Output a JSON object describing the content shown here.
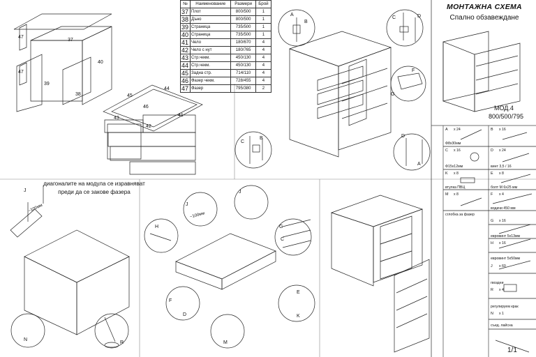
{
  "title": "МОНТАЖНА СХЕМА",
  "subtitle": "Спално обзавеждане",
  "model": "МОД.4",
  "dimensions": "800/500/795",
  "page": "1/1",
  "note": "диагоналите на модула се изравняват преди да се закове фазера",
  "table": {
    "headers": [
      "№",
      "Наименование",
      "Размери",
      "Брой"
    ],
    "rows": [
      {
        "no": "37",
        "name": "Плот",
        "size": "800/500",
        "qty": "1"
      },
      {
        "no": "38",
        "name": "Дъно",
        "size": "800/500",
        "qty": "1"
      },
      {
        "no": "39",
        "name": "Страница",
        "size": "735/500",
        "qty": "1"
      },
      {
        "no": "40",
        "name": "Страница",
        "size": "735/500",
        "qty": "1"
      },
      {
        "no": "41",
        "name": "Чело",
        "size": "180/670",
        "qty": "4"
      },
      {
        "no": "42",
        "name": "Чело с нут",
        "size": "180/765",
        "qty": "4"
      },
      {
        "no": "43",
        "name": "Стр.чекм.",
        "size": "450/130",
        "qty": "4"
      },
      {
        "no": "44",
        "name": "Стр.чекм.",
        "size": "450/130",
        "qty": "4"
      },
      {
        "no": "45",
        "name": "Задна стр.",
        "size": "714/110",
        "qty": "4"
      },
      {
        "no": "46",
        "name": "Фазер чекм.",
        "size": "728/455",
        "qty": "4"
      },
      {
        "no": "47",
        "name": "Фазер",
        "size": "795/380",
        "qty": "2"
      }
    ]
  },
  "hardware": [
    {
      "letter": "A",
      "qty": "x 24",
      "desc": "Ф8x30мм"
    },
    {
      "letter": "B",
      "qty": "x 16",
      "desc": ""
    },
    {
      "letter": "C",
      "qty": "x 16",
      "desc": "Ф15x12мм"
    },
    {
      "letter": "D",
      "qty": "x 24",
      "desc": "винт 3,5 / 16"
    },
    {
      "letter": "K",
      "qty": "x 8",
      "desc": "втулка ПВЦ"
    },
    {
      "letter": "E",
      "qty": "x 8",
      "desc": "болт М 6x25 мм"
    },
    {
      "letter": "M",
      "qty": "x 8",
      "desc": "сглобка за фазер"
    },
    {
      "letter": "F",
      "qty": "x 4",
      "desc": "водачи 450 мм"
    },
    {
      "letter": "G",
      "qty": "x 16",
      "desc": "евровинт 5x13мм"
    },
    {
      "letter": "H",
      "qty": "x 16",
      "desc": "евровинт 5x50мм"
    },
    {
      "letter": "J",
      "qty": "x 60",
      "desc": "гвоздеи"
    },
    {
      "letter": "R",
      "qty": "x 4",
      "desc": "регулируем крак"
    },
    {
      "letter": "N",
      "qty": "x 1",
      "desc": "съед. лайсна"
    }
  ],
  "callouts": {
    "panels": [
      "47",
      "37",
      "40",
      "47",
      "39",
      "38"
    ],
    "drawer": [
      "44",
      "45",
      "46",
      "43",
      "42",
      "41"
    ],
    "step2": [
      "A",
      "B",
      "C",
      "D",
      "F",
      "G",
      "C",
      "B",
      "D",
      "A"
    ],
    "step3": [
      "J",
      "N",
      "R"
    ],
    "step4": [
      "J",
      "H",
      "F",
      "D",
      "J",
      "G",
      "C",
      "E",
      "K",
      "M"
    ],
    "dim100": "~100мм",
    "dim100b": "~100мм"
  }
}
